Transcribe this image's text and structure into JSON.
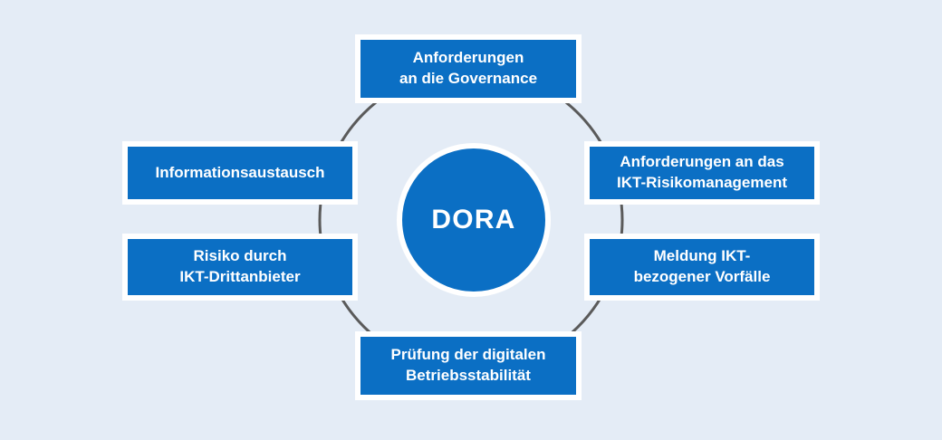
{
  "diagram": {
    "title_center": "DORA",
    "background_color": "#e4ecf6",
    "accent_color": "#0b6fc4",
    "ring_color": "#5a5a5a",
    "box_text_color": "#ffffff",
    "center": {
      "label": "DORA",
      "shape": "circle"
    },
    "nodes": [
      {
        "id": "governance",
        "position": "top",
        "lines": [
          "Anforderungen",
          "an die Governance"
        ],
        "full_text": "Anforderungen an die Governance"
      },
      {
        "id": "risk-management",
        "position": "right-upper",
        "lines": [
          "Anforderungen an das",
          "IKT-Risikomanagement"
        ],
        "full_text": "Anforderungen an das IKT-Risikomanagement"
      },
      {
        "id": "incident-report",
        "position": "right-lower",
        "lines": [
          "Meldung IKT-",
          "bezogener Vorfälle"
        ],
        "full_text": "Meldung IKT-bezogener Vorfälle"
      },
      {
        "id": "resilience",
        "position": "bottom",
        "lines": [
          "Prüfung der digitalen",
          "Betriebsstabilität"
        ],
        "full_text": "Prüfung der digitalen Betriebsstabilität"
      },
      {
        "id": "third-party",
        "position": "left-lower",
        "lines": [
          "Risiko durch",
          "IKT-Drittanbieter"
        ],
        "full_text": "Risiko durch IKT-Drittanbieter"
      },
      {
        "id": "info-sharing",
        "position": "left-upper",
        "lines": [
          "Informationsaustausch"
        ],
        "full_text": "Informationsaustausch"
      }
    ]
  }
}
